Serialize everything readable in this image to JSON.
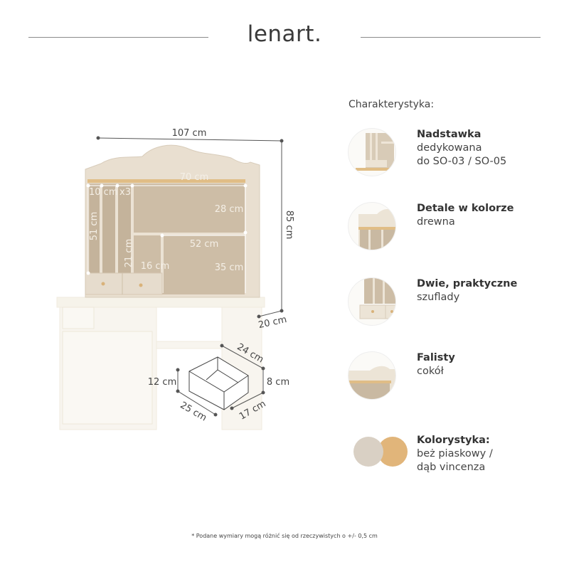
{
  "brand": {
    "logo": "lenart",
    "logo_dot": "."
  },
  "dimensions": {
    "width_total": "107 cm",
    "height_total": "85 cm",
    "depth": "20 cm",
    "top_shelf": "70 cm",
    "slots": "10 cm",
    "slots_count": "x3",
    "slot_height": "51 cm",
    "upper_compartment_height": "28 cm",
    "middle_shelf": "52 cm",
    "small_compartment_height": "21 cm",
    "small_compartment_width": "16 cm",
    "lower_compartment_height": "35 cm",
    "drawer_depth_outer": "24 cm",
    "drawer_height_front": "12 cm",
    "drawer_height_back": "8 cm",
    "drawer_width": "25 cm",
    "drawer_inner": "17 cm"
  },
  "features": {
    "title": "Charakterystyka:",
    "items": [
      {
        "title": "Nadstawka",
        "lines": [
          "dedykowana",
          "do SO-03 / SO-05"
        ]
      },
      {
        "title": "Detale w kolorze",
        "lines": [
          "drewna"
        ]
      },
      {
        "title": "Dwie, praktyczne",
        "lines": [
          "szuflady"
        ]
      },
      {
        "title": "Falisty",
        "lines": [
          "cokół"
        ]
      },
      {
        "title": "Kolorystyka:",
        "lines": [
          "beż piaskowy /",
          "dąb vincenza"
        ]
      }
    ]
  },
  "colors": {
    "sand_beige": "#d9d0c4",
    "oak_vincenza": "#e1b57a",
    "accent_text": "#3a3a3a"
  },
  "footnote": "* Podane wymiary mogą różnić się od rzeczywistych o +/- 0,5 cm"
}
